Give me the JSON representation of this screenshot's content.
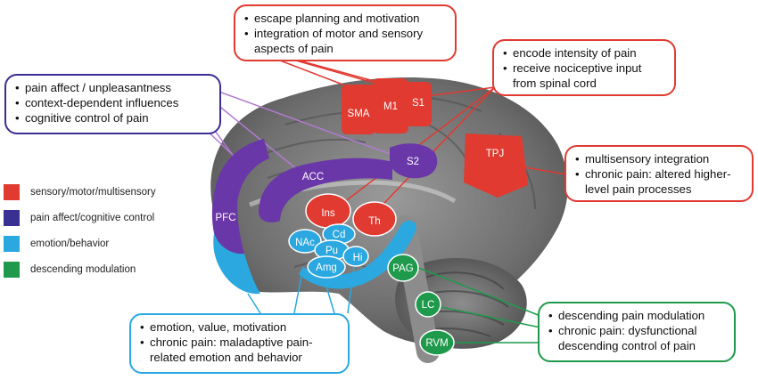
{
  "colors": {
    "sensory": "#e03a31",
    "affect": "#3a2f93",
    "emotion": "#2ba8e0",
    "descending": "#1f9a4c",
    "region_affect": "#6a37a8"
  },
  "legend": [
    {
      "label": "sensory/motor/multisensory",
      "color": "#e03a31"
    },
    {
      "label": "pain affect/cognitive control",
      "color": "#3a2f93"
    },
    {
      "label": "emotion/behavior",
      "color": "#2ba8e0"
    },
    {
      "label": "descending modulation",
      "color": "#1f9a4c"
    }
  ],
  "regions": {
    "sma": "SMA",
    "m1": "M1",
    "s1": "S1",
    "s2": "S2",
    "tpj": "TPJ",
    "acc": "ACC",
    "pfc": "PFC",
    "ins": "Ins",
    "th": "Th",
    "nac": "NAc",
    "cd": "Cd",
    "pu": "Pu",
    "amg": "Amg",
    "hi": "Hi",
    "pag": "PAG",
    "lc": "LC",
    "rvm": "RVM"
  },
  "boxes": {
    "motor": [
      "escape planning and motivation",
      "integration of motor and sensory aspects of pain"
    ],
    "intensity": [
      "encode intensity of pain",
      "receive nociceptive input from spinal cord"
    ],
    "affect": [
      "pain affect / unpleasantness",
      "context-dependent influences",
      "cognitive control of pain"
    ],
    "multisensory": [
      "multisensory integration",
      "chronic pain: altered higher-level pain processes"
    ],
    "emotion": [
      "emotion, value, motivation",
      "chronic pain: maladaptive pain-related emotion and behavior"
    ],
    "descending": [
      "descending pain modulation",
      "chronic pain: dysfunctional descending control of pain"
    ]
  }
}
